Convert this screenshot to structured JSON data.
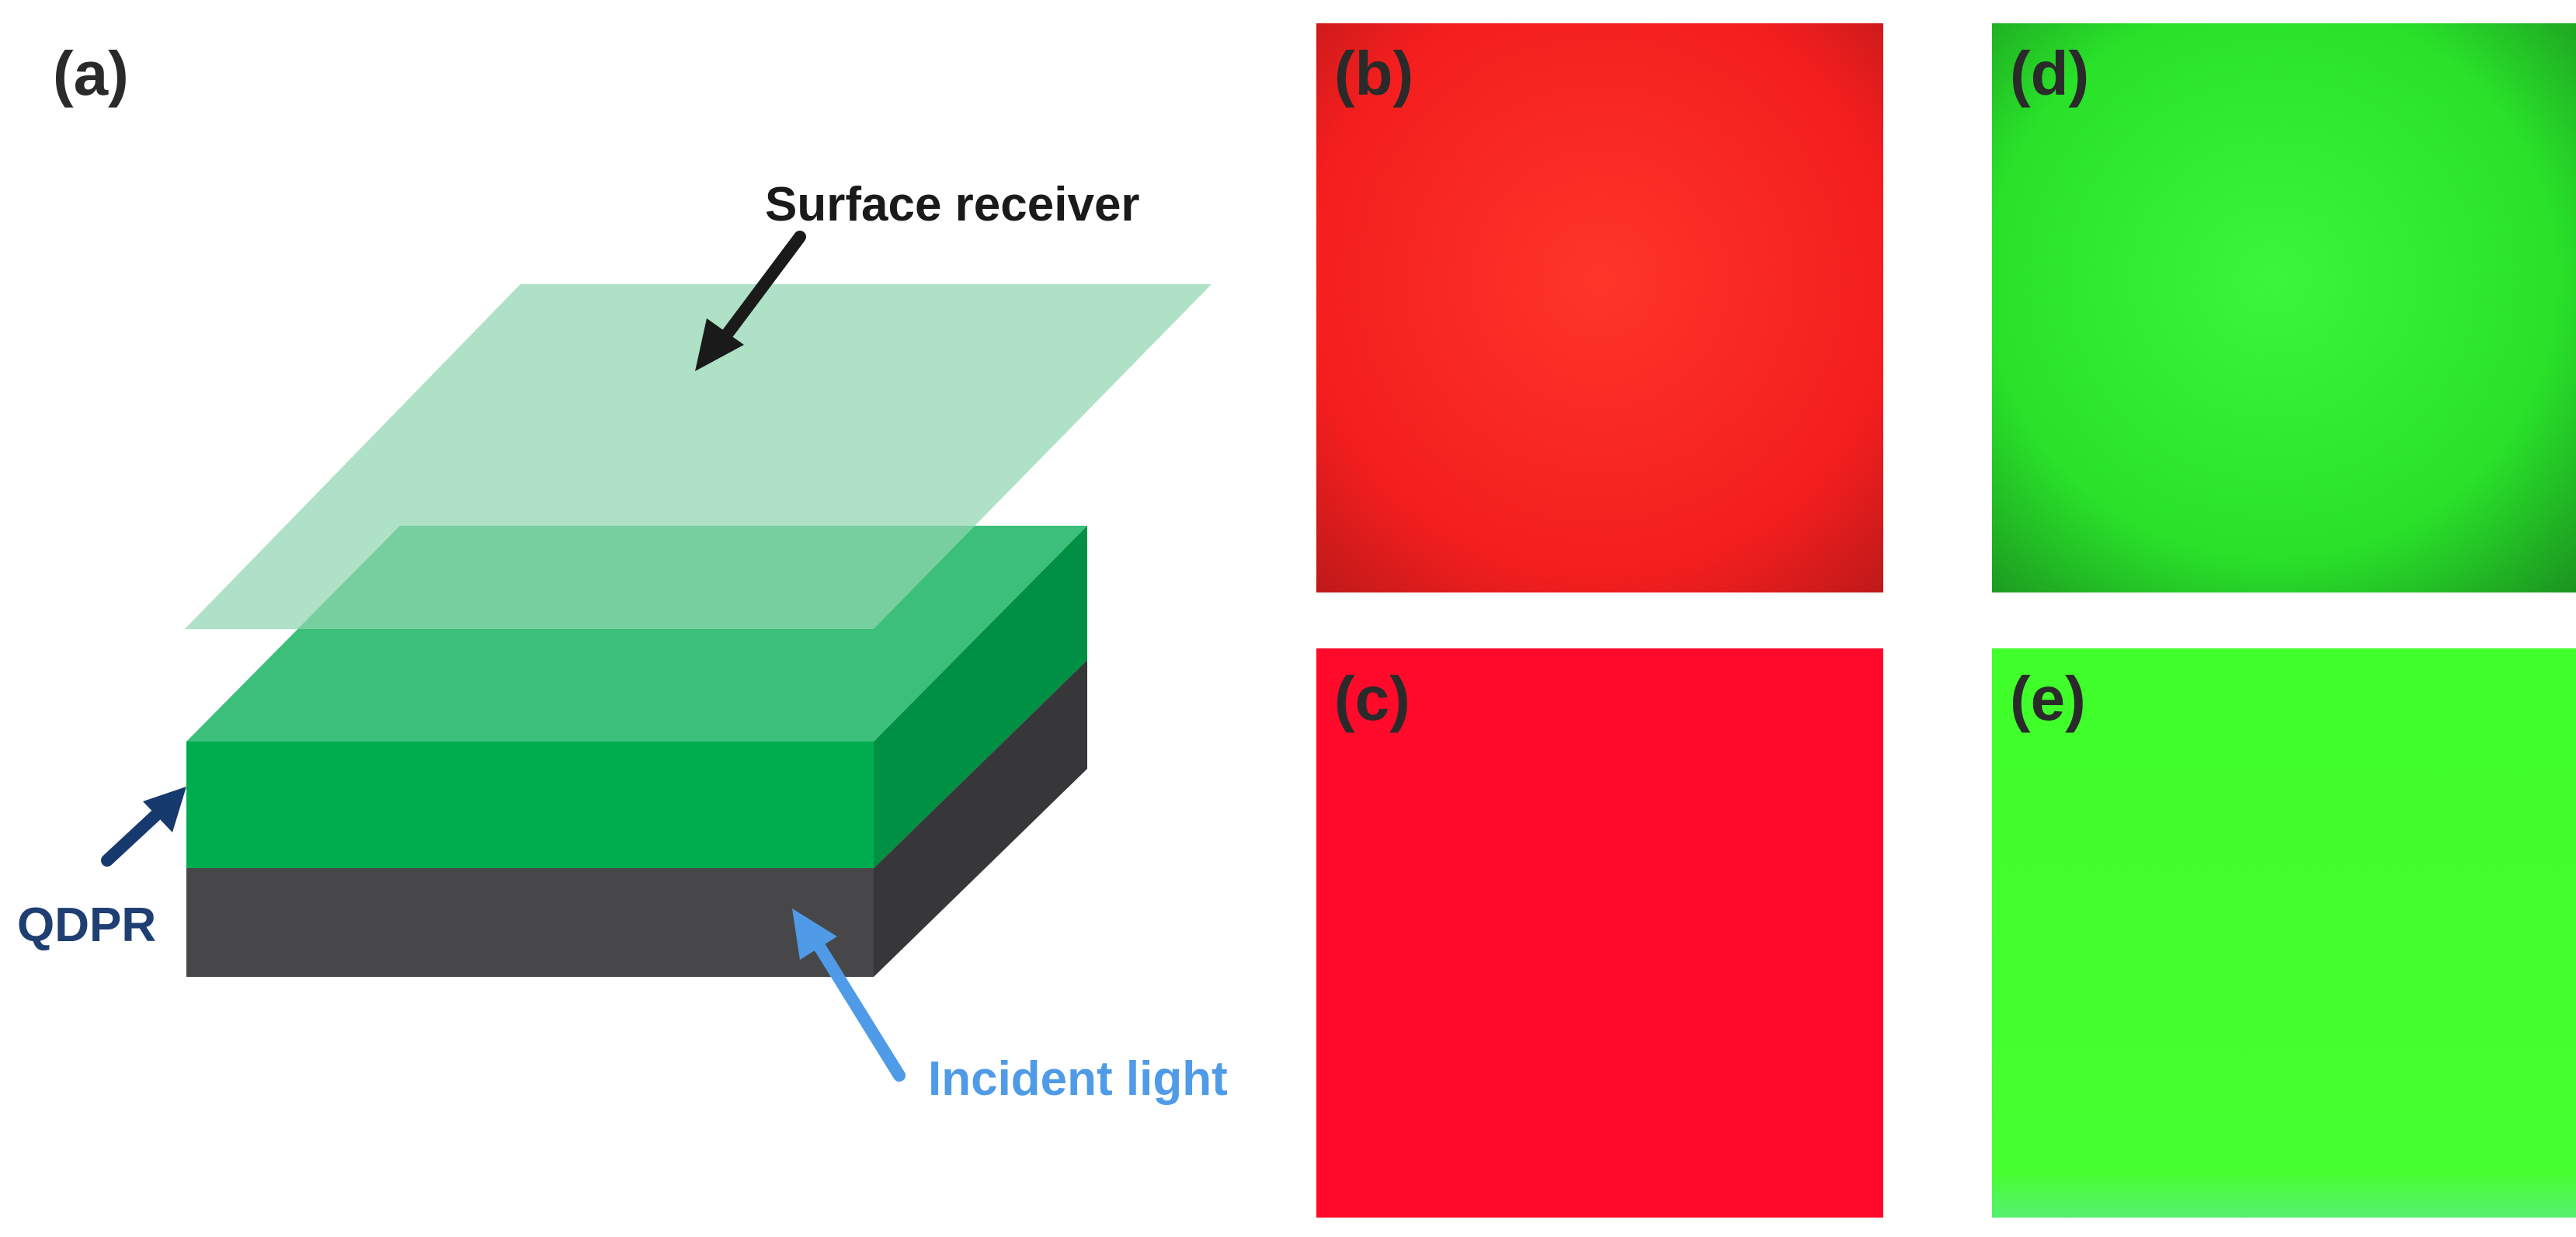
{
  "panels": {
    "a": {
      "label": "(a)",
      "surface_receiver_text": "Surface receiver",
      "qdpr_text": "QDPR",
      "incident_light_text": "Incident light"
    },
    "b": {
      "label": "(b)"
    },
    "c": {
      "label": "(c)"
    },
    "d": {
      "label": "(d)"
    },
    "e": {
      "label": "(e)"
    }
  },
  "colors": {
    "receiver_plane": "#8fd6ae",
    "qdpr_top": "#3cbf7a",
    "qdpr_front": "#00ad4e",
    "qdpr_side": "#009043",
    "base_front": "#474749",
    "base_side": "#37373a",
    "arrow_black": "#1a1a1a",
    "arrow_navy": "#173a6e",
    "arrow_blue": "#4f9be8",
    "label_navy": "#1f3f72",
    "label_blue": "#4f9be8",
    "panel_b": "#ff1414",
    "panel_c": "#ff0a2a",
    "panel_d": "#22ee22",
    "panel_e": "#44ff2a"
  }
}
